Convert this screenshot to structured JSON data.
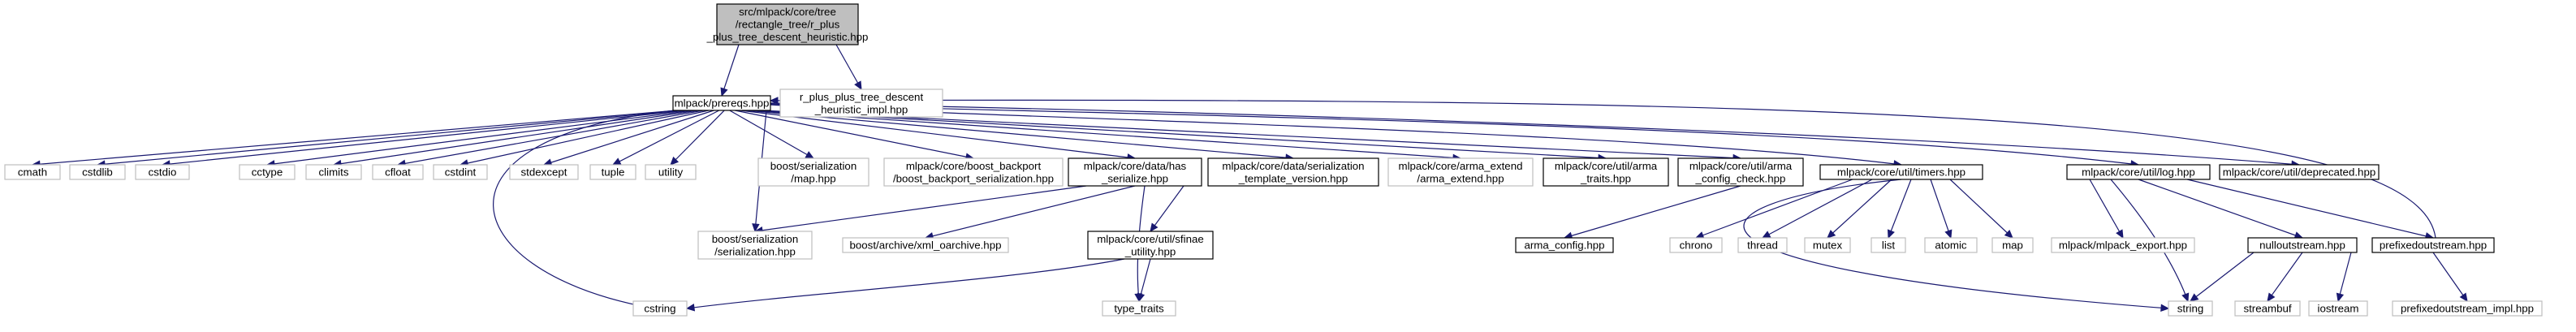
{
  "diagram": {
    "colors": {
      "root_fill": "#bfbfbf",
      "border_documented": "#000000",
      "border_undocumented": "#bfbfbf",
      "edge": "#191970"
    },
    "nodes": [
      {
        "id": "root",
        "kind": "root",
        "lines": [
          "src/mlpack/core/tree",
          "/rectangle_tree/r_plus",
          "_plus_tree_descent_heuristic.hpp"
        ]
      },
      {
        "id": "prereqs",
        "kind": "doc",
        "lines": [
          "mlpack/prereqs.hpp"
        ]
      },
      {
        "id": "rpp_impl",
        "kind": "nodoc",
        "lines": [
          "r_plus_plus_tree_descent",
          "_heuristic_impl.hpp"
        ]
      },
      {
        "id": "cmath",
        "kind": "nodoc",
        "lines": [
          "cmath"
        ]
      },
      {
        "id": "cstdlib",
        "kind": "nodoc",
        "lines": [
          "cstdlib"
        ]
      },
      {
        "id": "cstdio",
        "kind": "nodoc",
        "lines": [
          "cstdio"
        ]
      },
      {
        "id": "cctype",
        "kind": "nodoc",
        "lines": [
          "cctype"
        ]
      },
      {
        "id": "climits",
        "kind": "nodoc",
        "lines": [
          "climits"
        ]
      },
      {
        "id": "cfloat",
        "kind": "nodoc",
        "lines": [
          "cfloat"
        ]
      },
      {
        "id": "cstdint",
        "kind": "nodoc",
        "lines": [
          "cstdint"
        ]
      },
      {
        "id": "stdexcept",
        "kind": "nodoc",
        "lines": [
          "stdexcept"
        ]
      },
      {
        "id": "tuple",
        "kind": "nodoc",
        "lines": [
          "tuple"
        ]
      },
      {
        "id": "utility",
        "kind": "nodoc",
        "lines": [
          "utility"
        ]
      },
      {
        "id": "boost_map",
        "kind": "nodoc",
        "lines": [
          "boost/serialization",
          "/map.hpp"
        ]
      },
      {
        "id": "boost_backport",
        "kind": "nodoc",
        "lines": [
          "mlpack/core/boost_backport",
          "/boost_backport_serialization.hpp"
        ]
      },
      {
        "id": "has_serialize",
        "kind": "doc",
        "lines": [
          "mlpack/core/data/has",
          "_serialize.hpp"
        ]
      },
      {
        "id": "ser_template",
        "kind": "doc",
        "lines": [
          "mlpack/core/data/serialization",
          "_template_version.hpp"
        ]
      },
      {
        "id": "arma_extend",
        "kind": "nodoc",
        "lines": [
          "mlpack/core/arma_extend",
          "/arma_extend.hpp"
        ]
      },
      {
        "id": "arma_traits",
        "kind": "doc",
        "lines": [
          "mlpack/core/util/arma",
          "_traits.hpp"
        ]
      },
      {
        "id": "arma_config_check",
        "kind": "doc",
        "lines": [
          "mlpack/core/util/arma",
          "_config_check.hpp"
        ]
      },
      {
        "id": "timers",
        "kind": "doc",
        "lines": [
          "mlpack/core/util/timers.hpp"
        ]
      },
      {
        "id": "log",
        "kind": "doc",
        "lines": [
          "mlpack/core/util/log.hpp"
        ]
      },
      {
        "id": "deprecated",
        "kind": "doc",
        "lines": [
          "mlpack/core/util/deprecated.hpp"
        ]
      },
      {
        "id": "boost_serialization",
        "kind": "nodoc",
        "lines": [
          "boost/serialization",
          "/serialization.hpp"
        ]
      },
      {
        "id": "xml_oarchive",
        "kind": "nodoc",
        "lines": [
          "boost/archive/xml_oarchive.hpp"
        ]
      },
      {
        "id": "sfinae",
        "kind": "doc",
        "lines": [
          "mlpack/core/util/sfinae",
          "_utility.hpp"
        ]
      },
      {
        "id": "arma_config",
        "kind": "doc",
        "lines": [
          "arma_config.hpp"
        ]
      },
      {
        "id": "chrono",
        "kind": "nodoc",
        "lines": [
          "chrono"
        ]
      },
      {
        "id": "thread",
        "kind": "nodoc",
        "lines": [
          "thread"
        ]
      },
      {
        "id": "mutex",
        "kind": "nodoc",
        "lines": [
          "mutex"
        ]
      },
      {
        "id": "list",
        "kind": "nodoc",
        "lines": [
          "list"
        ]
      },
      {
        "id": "atomic",
        "kind": "nodoc",
        "lines": [
          "atomic"
        ]
      },
      {
        "id": "map",
        "kind": "nodoc",
        "lines": [
          "map"
        ]
      },
      {
        "id": "mlpack_export",
        "kind": "nodoc",
        "lines": [
          "mlpack/mlpack_export.hpp"
        ]
      },
      {
        "id": "nulloutstream",
        "kind": "doc",
        "lines": [
          "nulloutstream.hpp"
        ]
      },
      {
        "id": "prefixedoutstream",
        "kind": "doc",
        "lines": [
          "prefixedoutstream.hpp"
        ]
      },
      {
        "id": "cstring",
        "kind": "nodoc",
        "lines": [
          "cstring"
        ]
      },
      {
        "id": "type_traits",
        "kind": "nodoc",
        "lines": [
          "type_traits"
        ]
      },
      {
        "id": "string",
        "kind": "nodoc",
        "lines": [
          "string"
        ]
      },
      {
        "id": "streambuf",
        "kind": "nodoc",
        "lines": [
          "streambuf"
        ]
      },
      {
        "id": "iostream",
        "kind": "nodoc",
        "lines": [
          "iostream"
        ]
      },
      {
        "id": "prefixedoutstream_impl",
        "kind": "nodoc",
        "lines": [
          "prefixedoutstream_impl.hpp"
        ]
      }
    ],
    "edges": [
      [
        "root",
        "prereqs"
      ],
      [
        "root",
        "rpp_impl"
      ],
      [
        "prereqs",
        "cmath"
      ],
      [
        "prereqs",
        "cstdlib"
      ],
      [
        "prereqs",
        "cstdio"
      ],
      [
        "prereqs",
        "cctype"
      ],
      [
        "prereqs",
        "climits"
      ],
      [
        "prereqs",
        "cfloat"
      ],
      [
        "prereqs",
        "cstdint"
      ],
      [
        "prereqs",
        "stdexcept"
      ],
      [
        "prereqs",
        "tuple"
      ],
      [
        "prereqs",
        "utility"
      ],
      [
        "prereqs",
        "boost_map"
      ],
      [
        "prereqs",
        "boost_backport"
      ],
      [
        "prereqs",
        "has_serialize"
      ],
      [
        "prereqs",
        "ser_template"
      ],
      [
        "prereqs",
        "arma_extend"
      ],
      [
        "prereqs",
        "arma_traits"
      ],
      [
        "prereqs",
        "arma_config_check"
      ],
      [
        "prereqs",
        "timers"
      ],
      [
        "prereqs",
        "log"
      ],
      [
        "prereqs",
        "deprecated"
      ],
      [
        "prereqs",
        "boost_serialization"
      ],
      [
        "prereqs",
        "cstring"
      ],
      [
        "has_serialize",
        "boost_serialization"
      ],
      [
        "has_serialize",
        "xml_oarchive"
      ],
      [
        "has_serialize",
        "sfinae"
      ],
      [
        "has_serialize",
        "type_traits"
      ],
      [
        "sfinae",
        "cstring"
      ],
      [
        "sfinae",
        "type_traits"
      ],
      [
        "arma_config_check",
        "arma_config"
      ],
      [
        "timers",
        "chrono"
      ],
      [
        "timers",
        "thread"
      ],
      [
        "timers",
        "mutex"
      ],
      [
        "timers",
        "list"
      ],
      [
        "timers",
        "atomic"
      ],
      [
        "timers",
        "map"
      ],
      [
        "timers",
        "string"
      ],
      [
        "log",
        "mlpack_export"
      ],
      [
        "log",
        "nulloutstream"
      ],
      [
        "log",
        "prefixedoutstream"
      ],
      [
        "log",
        "string"
      ],
      [
        "nulloutstream",
        "string"
      ],
      [
        "nulloutstream",
        "streambuf"
      ],
      [
        "nulloutstream",
        "iostream"
      ],
      [
        "prefixedoutstream",
        "prefixedoutstream_impl"
      ],
      [
        "prefixedoutstream",
        "prereqs"
      ]
    ]
  }
}
